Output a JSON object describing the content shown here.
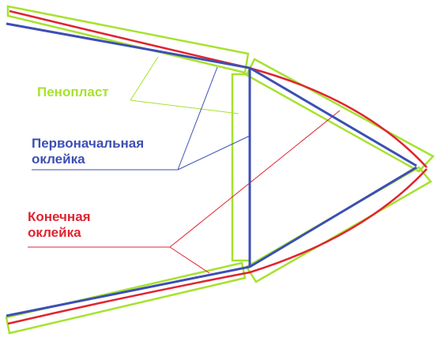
{
  "colors": {
    "foam": "#a6e22e",
    "initial": "#3c4fb4",
    "final": "#e02430",
    "background": "#ffffff"
  },
  "labels": {
    "foam": "Пенопласт",
    "initial": [
      "Первоначальная",
      "оклейка"
    ],
    "final": [
      "Конечная",
      "оклейка"
    ]
  }
}
